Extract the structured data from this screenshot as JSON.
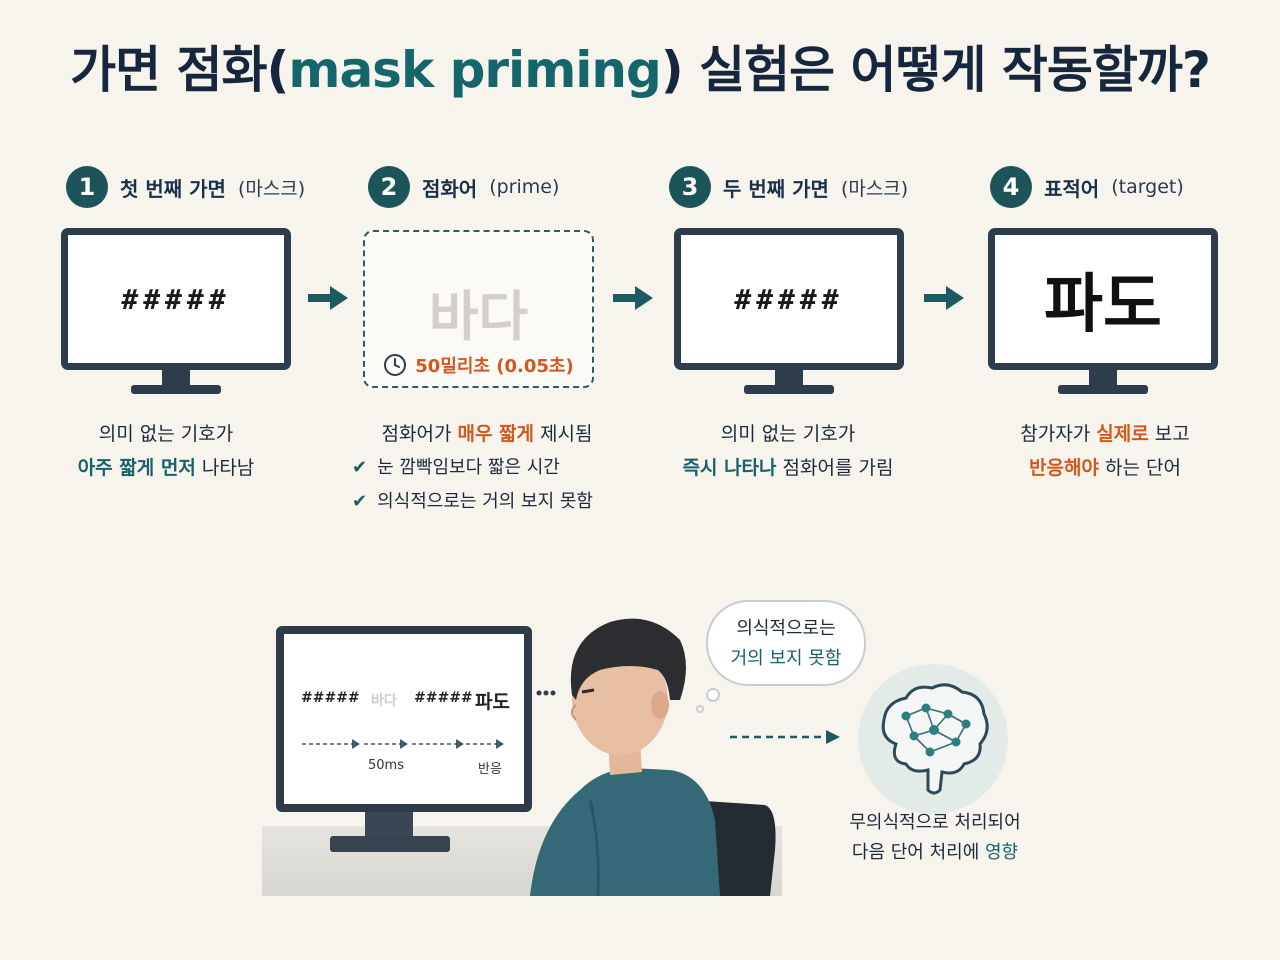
{
  "title": {
    "part1": "가면 점화(",
    "accent": "mask priming",
    "part2": ") 실험은 어떻게 작동할까?"
  },
  "steps": [
    {
      "num": "1",
      "label": "첫 번째 가면",
      "sub": "(마스크)",
      "screen": "#####",
      "caption": {
        "line1": "의미 없는 기호가",
        "line2_em": "아주 짧게 먼저",
        "line2_rest": " 나타남"
      }
    },
    {
      "num": "2",
      "label": "점화어",
      "sub": "(prime)",
      "screen": "바다",
      "duration": "50밀리초 (0.05초)",
      "caption": {
        "line1_a": "점화어가 ",
        "line1_em": "매우 짧게",
        "line1_b": " 제시됨",
        "checks": [
          "눈 깜빡임보다 짧은 시간",
          "의식적으로는 거의 보지 못함"
        ]
      }
    },
    {
      "num": "3",
      "label": "두 번째 가면",
      "sub": "(마스크)",
      "screen": "#####",
      "caption": {
        "line1": "의미 없는 기호가",
        "line2_em": "즉시 나타나",
        "line2_rest": " 점화어를 가림"
      }
    },
    {
      "num": "4",
      "label": "표적어",
      "sub": "(target)",
      "screen": "파도",
      "caption": {
        "line1_a": "참가자가 ",
        "line1_em": "실제로",
        "line1_b": " 보고",
        "line2_em": "반응해야",
        "line2_rest": " 하는 단어"
      }
    }
  ],
  "scene": {
    "sequence": [
      "#####",
      "바다",
      "#####",
      "파도"
    ],
    "labels": {
      "prime_time": "50ms",
      "response": "반응"
    },
    "thought": {
      "line1": "의식적으로는",
      "line2": "거의 보지 못함"
    },
    "brain_caption": {
      "line1": "무의식적으로 처리되어",
      "line2_a": "다음 단어 처리에 ",
      "line2_em": "영향"
    }
  },
  "colors": {
    "teal": "#17626a",
    "orange": "#d2581d",
    "navy": "#16263d"
  }
}
